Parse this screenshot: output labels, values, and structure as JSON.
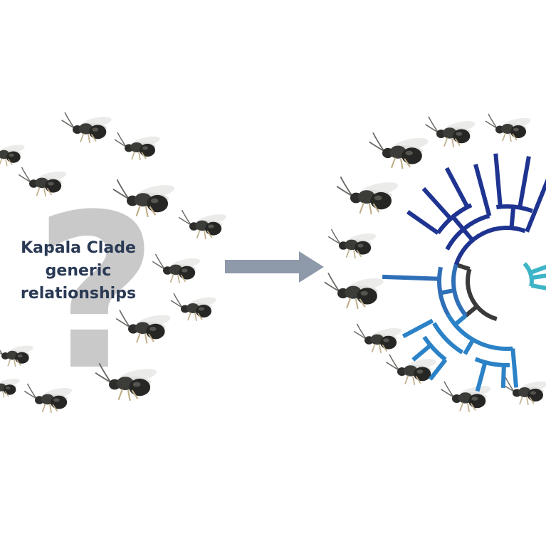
{
  "title_lines": [
    "Kapala Clade",
    "generic",
    "relationships"
  ],
  "question_mark": "?",
  "colors": {
    "arrow": "#8e99aa",
    "text": "#2a3a55",
    "question_mark": "#c9c9c9",
    "clade_dark_navy": "#1f3490",
    "clade_medium_blue": "#2f6fb7",
    "clade_light_blue": "#2c82c6",
    "clade_teal": "#3eb4c7",
    "clade_black": "#3a3a3a"
  },
  "insect_icon_name": "wasp-specimen-icon"
}
